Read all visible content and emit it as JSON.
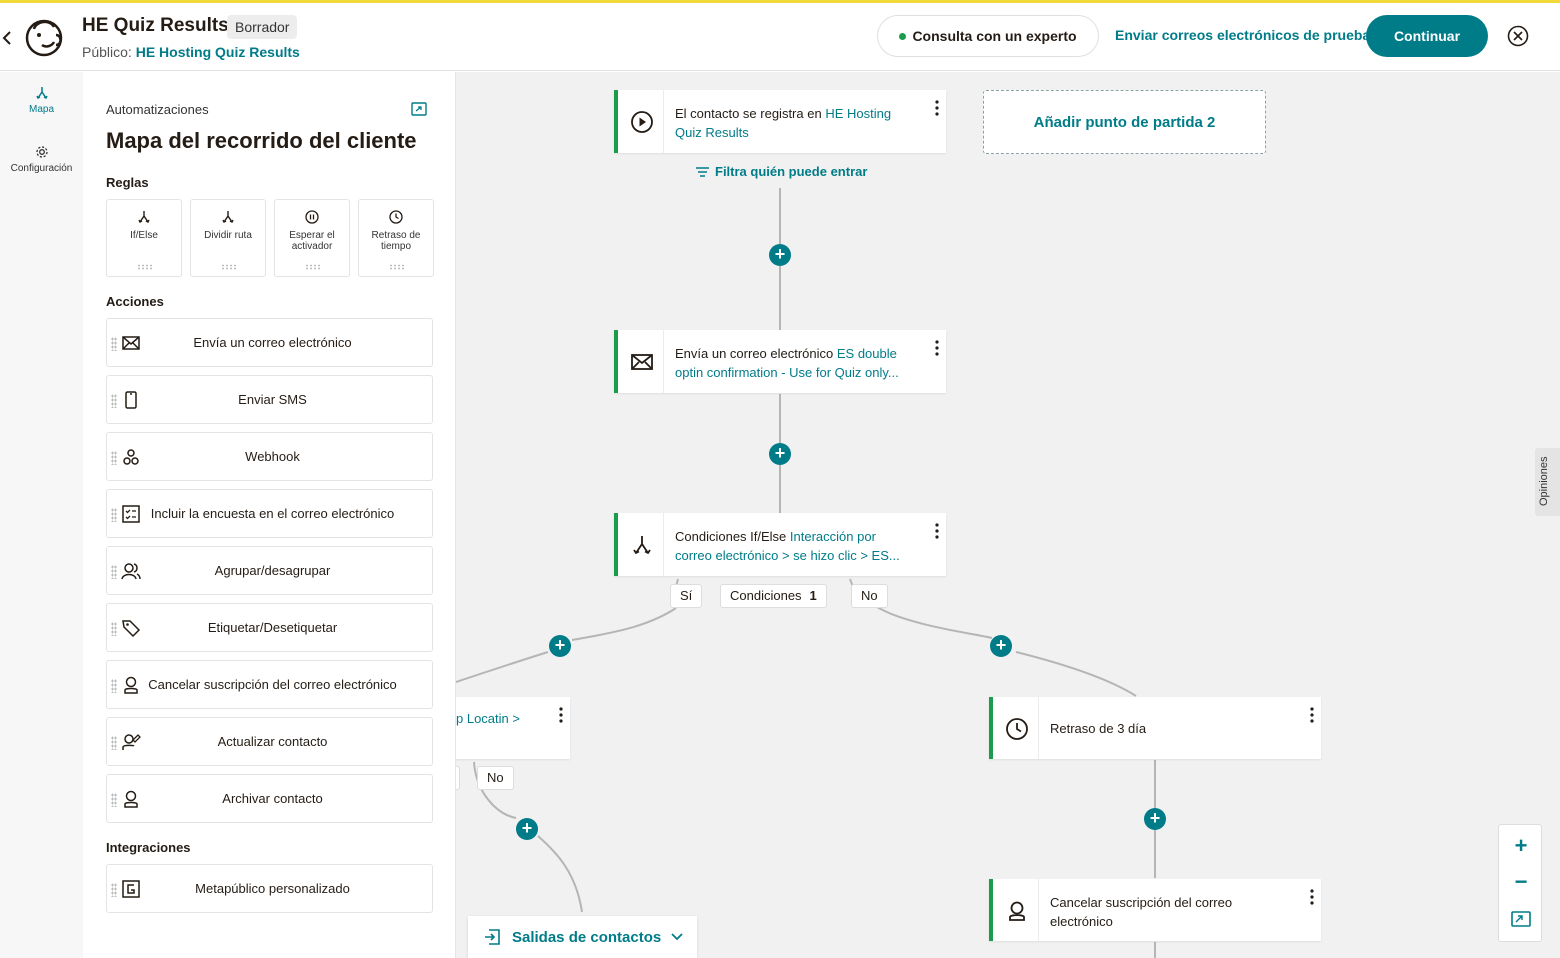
{
  "header": {
    "title": "HE Quiz Results",
    "badge": "Borrador",
    "audience_label": "Público:",
    "audience_name": "HE Hosting Quiz Results",
    "expert_label": "Consulta con un experto",
    "test_emails_label": "Enviar correos electrónicos de prueba",
    "continue_label": "Continuar"
  },
  "rail": {
    "items": [
      {
        "label": "Mapa",
        "icon": "map-icon",
        "active": true
      },
      {
        "label": "Configuración",
        "icon": "gear-icon",
        "active": false
      }
    ]
  },
  "panel": {
    "breadcrumb": "Automatizaciones",
    "title": "Mapa del recorrido del cliente",
    "rules_heading": "Reglas",
    "rules": [
      {
        "label": "If/Else",
        "icon": "branch-icon"
      },
      {
        "label": "Dividir ruta",
        "icon": "split-icon"
      },
      {
        "label": "Esperar el activador",
        "icon": "pause-icon"
      },
      {
        "label": "Retraso de tiempo",
        "icon": "clock-icon"
      }
    ],
    "actions_heading": "Acciones",
    "actions": [
      {
        "label": "Envía un correo electrónico",
        "icon": "envelope-icon"
      },
      {
        "label": "Enviar SMS",
        "icon": "phone-icon"
      },
      {
        "label": "Webhook",
        "icon": "webhook-icon"
      },
      {
        "label": "Incluir la encuesta en el correo electrónico",
        "icon": "survey-icon"
      },
      {
        "label": "Agrupar/desagrupar",
        "icon": "group-icon"
      },
      {
        "label": "Etiquetar/Desetiquetar",
        "icon": "tag-icon"
      },
      {
        "label": "Cancelar suscripción del correo electrónico",
        "icon": "unsubscribe-icon"
      },
      {
        "label": "Actualizar contacto",
        "icon": "edit-contact-icon"
      },
      {
        "label": "Archivar contacto",
        "icon": "archive-contact-icon"
      }
    ],
    "integrations_heading": "Integraciones",
    "integrations": [
      {
        "label": "Metapúblico personalizado",
        "icon": "meta-audience-icon"
      }
    ]
  },
  "canvas": {
    "start_card": {
      "text": "El contacto se registra en ",
      "link": "HE Hosting Quiz Results"
    },
    "filter_label": "Filtra quién puede entrar",
    "add_start_label": "Añadir punto de partida 2",
    "email_card": {
      "text": "Envía un correo electrónico ",
      "link": "ES double optin confirmation - Use for Quiz only..."
    },
    "ifelse_card": {
      "text": "Condiciones If/Else ",
      "link": "Interacción por correo electrónico > se hizo clic > ES..."
    },
    "branch_yes": "Sí",
    "conditions_label": "Condiciones",
    "conditions_count": "1",
    "branch_no": "No",
    "left_card_link": "p Locatin >",
    "left_no": "No",
    "delay_card": {
      "text": "Retraso de 3 día"
    },
    "unsub_card": {
      "text": "Cancelar suscripción del correo electrónico"
    },
    "exits_label": "Salidas de contactos",
    "feedback_label": "Opiniones"
  },
  "colors": {
    "accent": "#007c89",
    "success": "#1a9c4c",
    "top_stripe": "#f2d93b"
  }
}
